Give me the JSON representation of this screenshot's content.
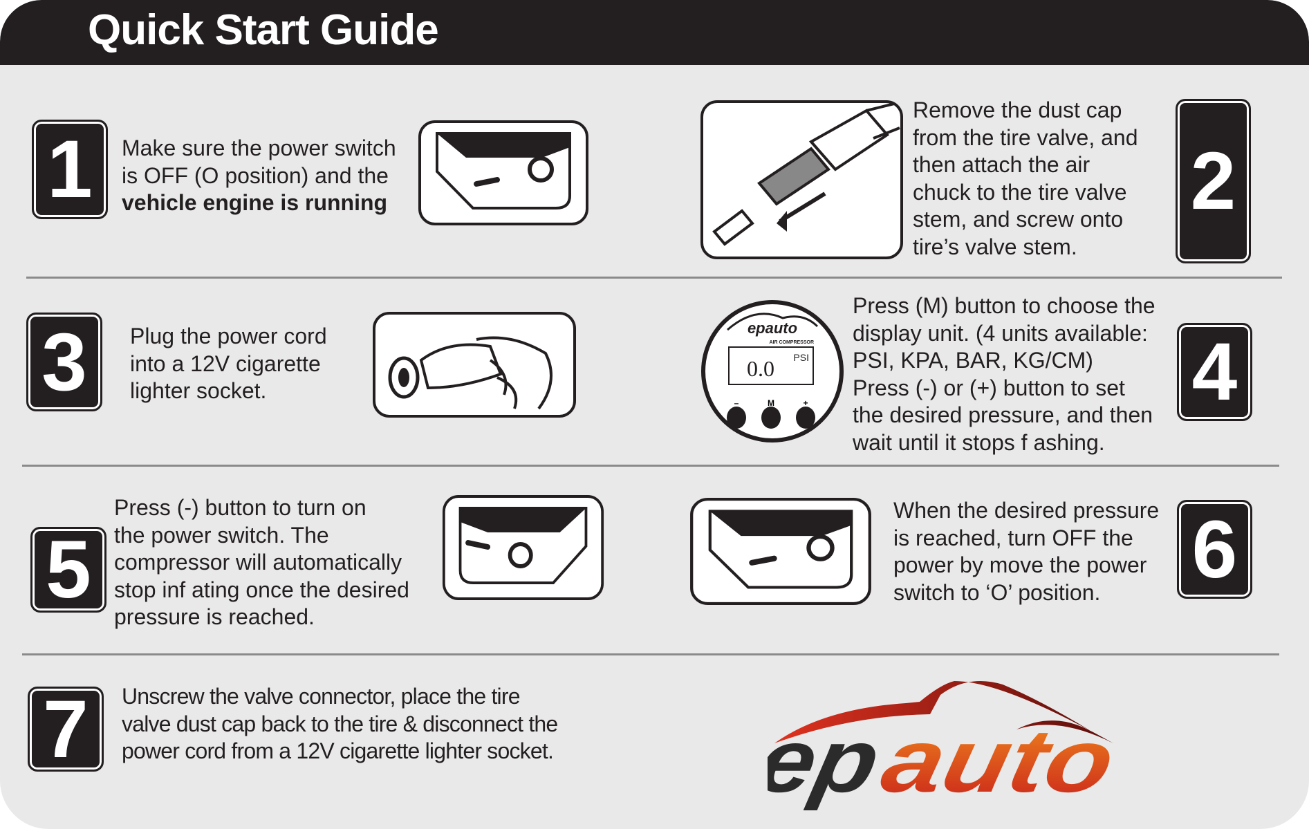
{
  "header": {
    "title": "Quick Start Guide"
  },
  "steps": [
    {
      "number": "1",
      "text": "Make sure the power switch\nis OFF (O position) and the",
      "bold": "vehicle engine is running"
    },
    {
      "number": "2",
      "text": "Remove the dust cap\nfrom the tire valve, and\nthen attach the air\nchuck to the tire valve\nstem, and screw onto\ntire’s valve stem."
    },
    {
      "number": "3",
      "text": "Plug the power cord\ninto a 12V cigarette\nlighter socket."
    },
    {
      "number": "4",
      "text": "Press (M) button to choose the\ndisplay unit. (4 units available:\nPSI, KPA, BAR, KG/CM)\nPress (-) or (+) button to set\nthe desired pressure, and then\nwait until it stops f ashing."
    },
    {
      "number": "5",
      "text": "Press (-) button to turn on\nthe power switch. The\ncompressor will automatically\nstop inf ating once the desired\npressure is reached."
    },
    {
      "number": "6",
      "text": "When the desired pressure\nis reached, turn OFF the\npower by move the power\nswitch to ‘O’ position."
    },
    {
      "number": "7",
      "text": "Unscrew the valve connector, place the tire\nvalve dust cap back to the tire & disconnect the\npower cord from a 12V cigarette lighter socket."
    }
  ],
  "gauge": {
    "brand": "epauto",
    "subtitle": "AIR COMPRESSOR",
    "reading": "0.0",
    "unit": "PSI",
    "buttons": [
      "–",
      "M",
      "+"
    ]
  },
  "logo": {
    "text_dark": "ep",
    "text_accent": "auto"
  },
  "colors": {
    "header": "#231f20",
    "background": "#e9e9e9",
    "logo_red": "#e0321f",
    "logo_orange": "#f28c1e"
  }
}
